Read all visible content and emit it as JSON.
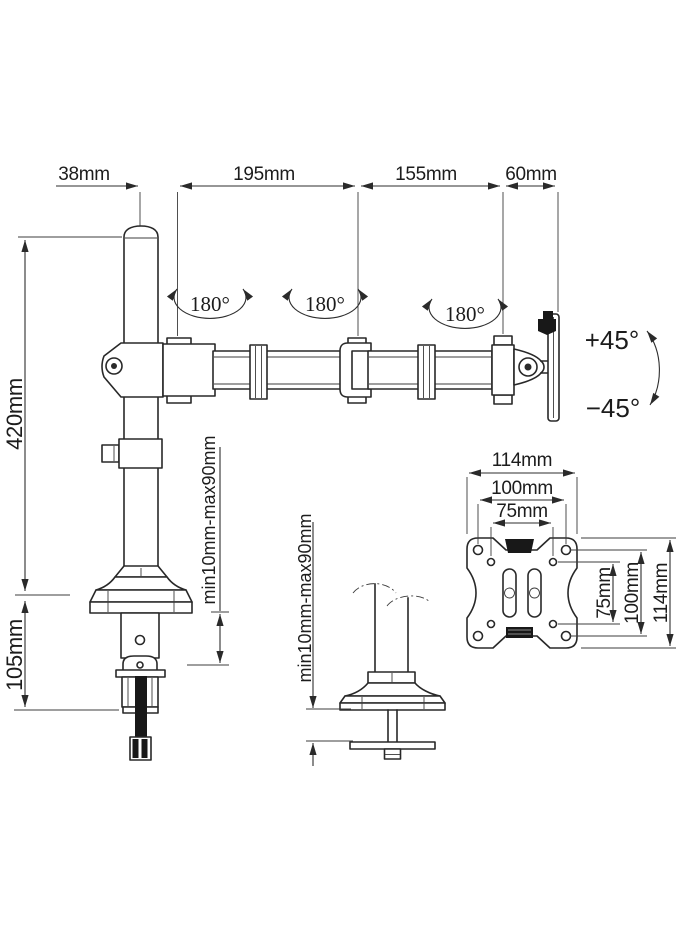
{
  "meta": {
    "description": "Dimensional line drawing of a single desk-clamp monitor arm with grommet mount option and VESA plate"
  },
  "colors": {
    "line": "#282828",
    "text": "#1c1c1c",
    "black_fill": "#181818",
    "background": "#ffffff"
  },
  "dims": {
    "top": {
      "d38": "38mm",
      "d195": "195mm",
      "d155": "155mm",
      "d60": "60mm"
    },
    "left": {
      "pole_height": "420mm",
      "clamp_height": "105mm"
    },
    "swivel": {
      "s1": "180°",
      "s2": "180°",
      "s3": "180°"
    },
    "tilt": {
      "up": "+45°",
      "down": "−45°"
    },
    "clamp_range": {
      "pole_mount": "min10mm-max90mm",
      "grommet_mount": "min10mm-max90mm"
    },
    "vesa": {
      "width": {
        "outer": "114mm",
        "mid": "100mm",
        "inner": "75mm"
      },
      "height": {
        "inner": "75mm",
        "mid": "100mm",
        "outer": "114mm"
      }
    }
  }
}
